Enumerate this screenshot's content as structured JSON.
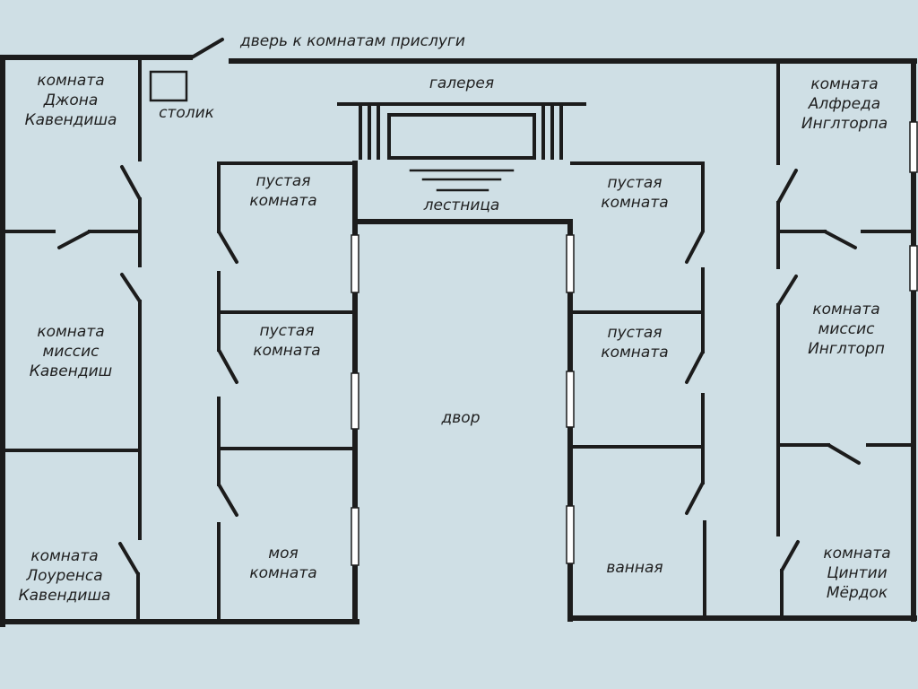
{
  "labels": {
    "servant_door": "дверь к комнатам прислуги",
    "gallery": "галерея",
    "staircase": "лестница",
    "table": "столик",
    "courtyard": "двор",
    "john_room": [
      "комната",
      "Джона",
      "Кавендиша"
    ],
    "mrs_cavendish_room": [
      "комната",
      "миссис",
      "Кавендиш"
    ],
    "lawrence_room": [
      "комната",
      "Лоуренса",
      "Кавендиша"
    ],
    "empty_room_1": [
      "пустая",
      "комната"
    ],
    "empty_room_2": [
      "пустая",
      "комната"
    ],
    "my_room": [
      "моя",
      "комната"
    ],
    "empty_room_3": [
      "пустая",
      "комната"
    ],
    "empty_room_4": [
      "пустая",
      "комната"
    ],
    "bathroom": "ванная",
    "alfred_room": [
      "комната",
      "Алфреда",
      "Инглторпа"
    ],
    "mrs_inglethorp_room": [
      "комната",
      "миссис",
      "Инглторп"
    ],
    "cynthia_room": [
      "комната",
      "Цинтии",
      "Мёрдок"
    ]
  },
  "colors": {
    "background": "#cfdfe5",
    "ink": "#1c1c1c"
  }
}
